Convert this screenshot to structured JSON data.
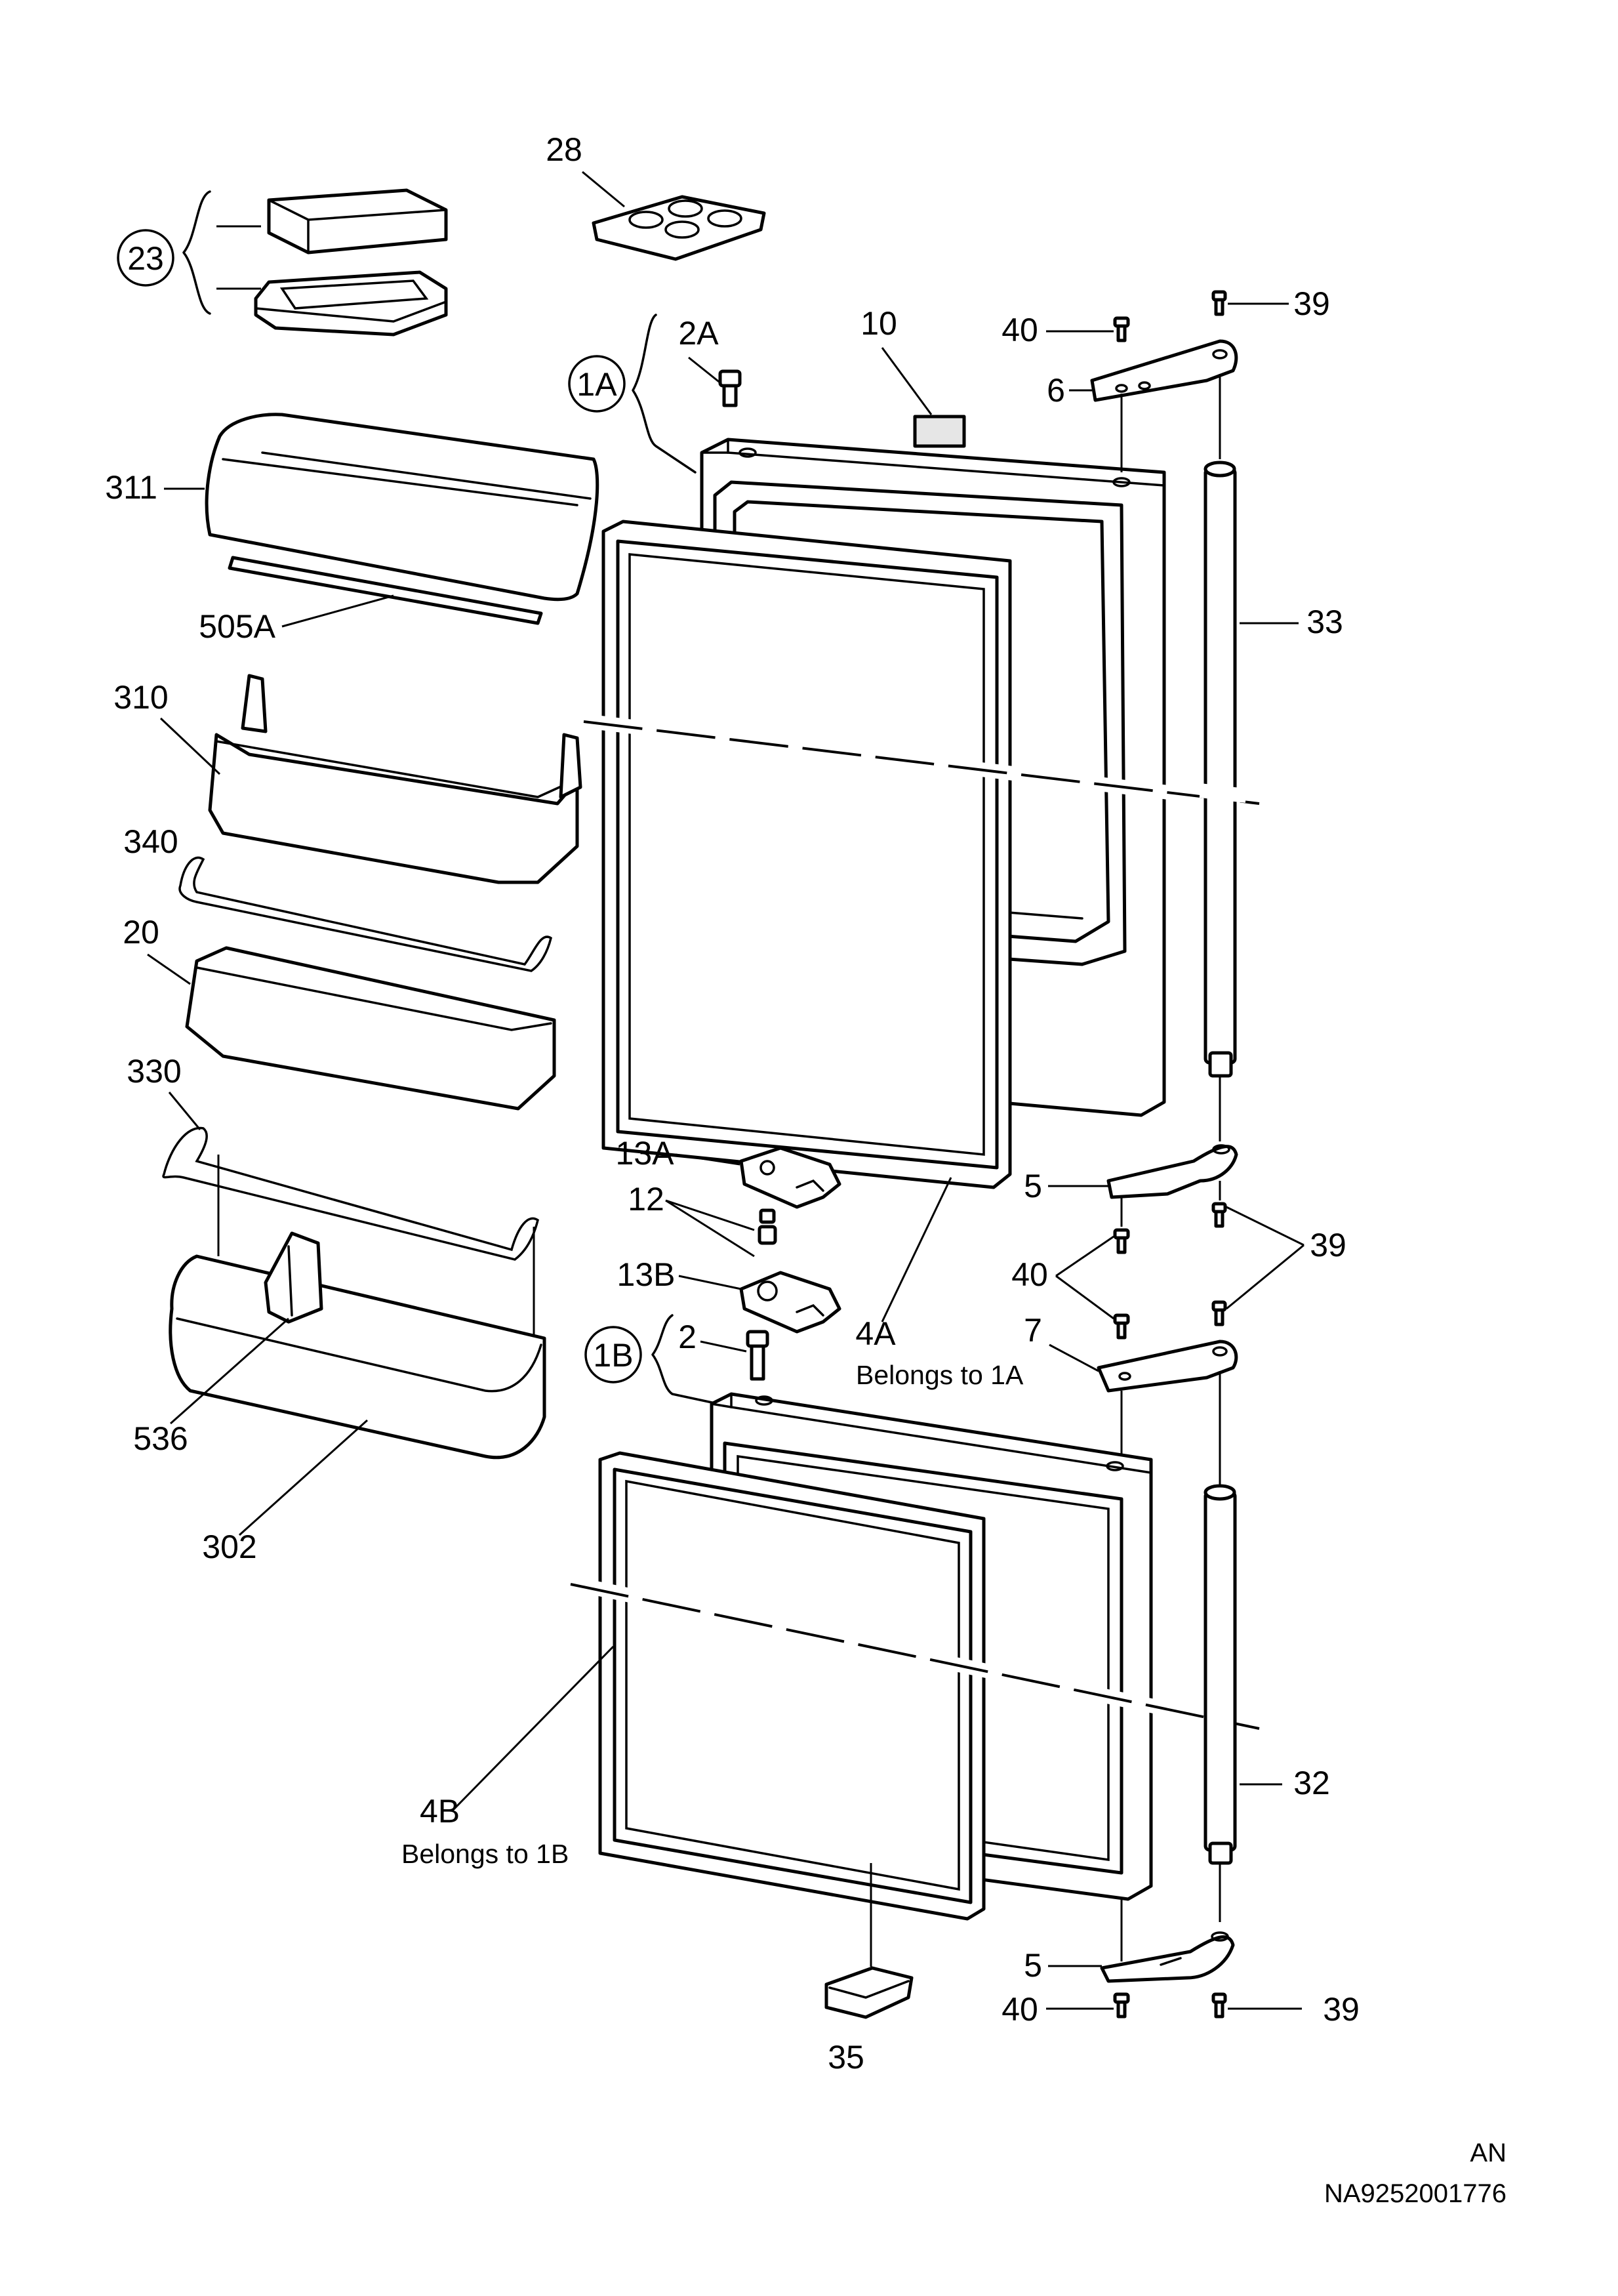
{
  "callouts": {
    "c28": "28",
    "c23": "23",
    "c2A": "2A",
    "c1A": "1A",
    "c10": "10",
    "c40_top": "40",
    "c39_top": "39",
    "c6": "6",
    "c311": "311",
    "c33": "33",
    "c505A": "505A",
    "c310": "310",
    "c340": "340",
    "c20": "20",
    "c330": "330",
    "c13A": "13A",
    "c12": "12",
    "c13B": "13B",
    "c5_mid": "5",
    "c40_mid": "40",
    "c39_mid": "39",
    "c2": "2",
    "c1B": "1B",
    "c4A": "4A",
    "c4A_note": "Belongs to 1A",
    "c7": "7",
    "c536": "536",
    "c302": "302",
    "c32": "32",
    "c4B": "4B",
    "c4B_note": "Belongs to 1B",
    "c5_bot": "5",
    "c40_bot": "40",
    "c39_bot": "39",
    "c35": "35"
  },
  "footer": {
    "code_1": "AN",
    "code_2": "NA9252001776"
  }
}
